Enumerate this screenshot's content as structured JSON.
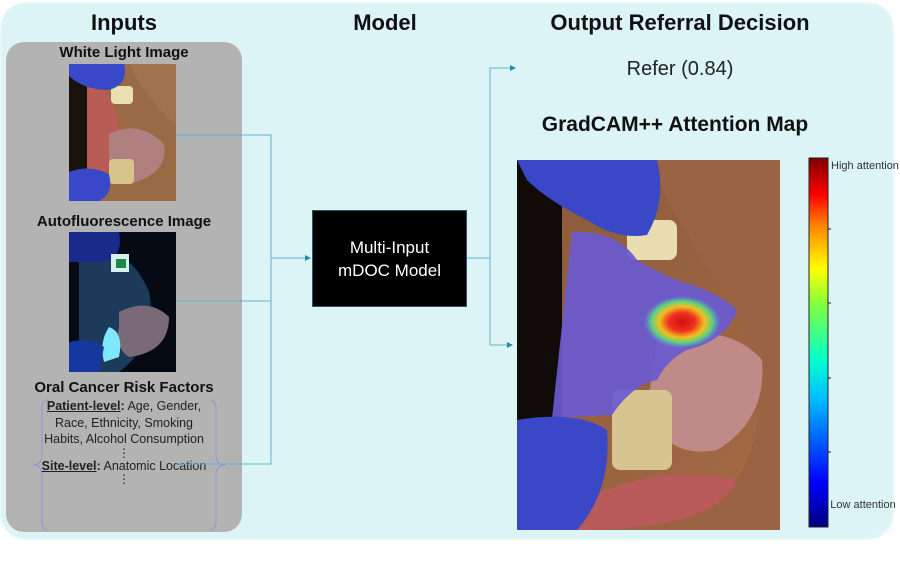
{
  "headers": {
    "inputs": "Inputs",
    "model": "Model",
    "output": "Output Referral Decision"
  },
  "inputs": {
    "white_light_label": "White Light Image",
    "autofluorescence_label": "Autofluorescence Image",
    "risk_factors_label": "Oral Cancer Risk Factors",
    "patient_level_title": "Patient-level",
    "patient_level_items": "Age, Gender, Race, Ethnicity, Smoking Habits, Alcohol Consumption",
    "site_level_title": "Site-level",
    "site_level_items": "Anatomic Location",
    "ellipsis": "⋮"
  },
  "model": {
    "line1": "Multi-Input",
    "line2": "mDOC Model"
  },
  "output": {
    "decision": "Refer (0.84)",
    "attention_title": "GradCAM++ Attention Map",
    "colorbar_high": "High attention",
    "colorbar_low": "Low attention"
  },
  "colors": {
    "panel_bg": "#dcf4f6",
    "inputs_bg": "#b3b3b3",
    "connector": "#5fb3c9",
    "arrow": "#1f8fb0"
  }
}
